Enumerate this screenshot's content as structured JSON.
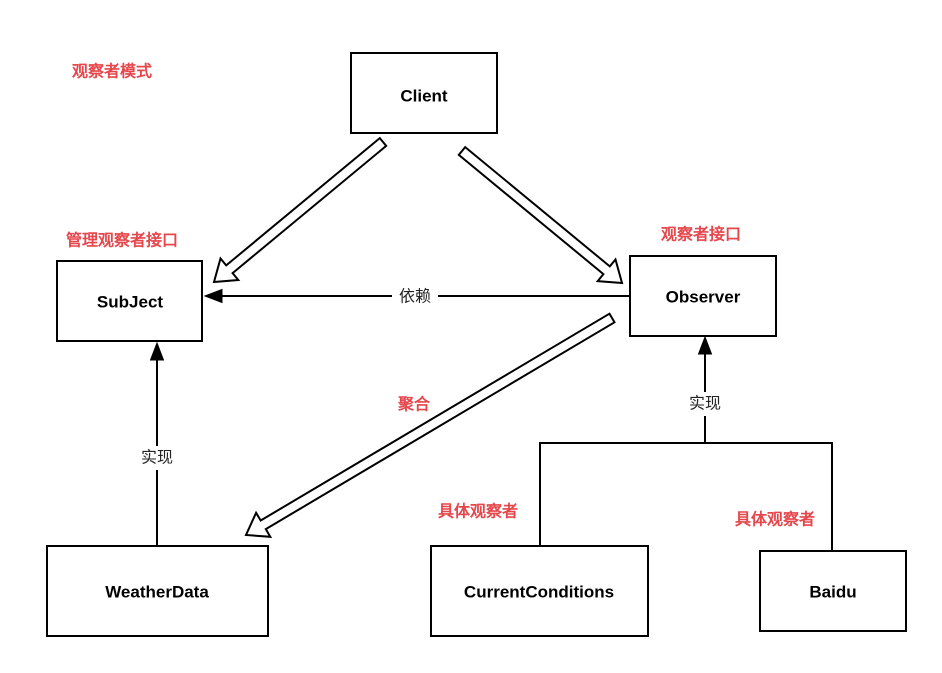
{
  "colors": {
    "annotation": "#e5474c",
    "stroke": "#000000",
    "background": "#ffffff"
  },
  "title": "观察者模式",
  "nodes": {
    "client": "Client",
    "subject": "SubJect",
    "observer": "Observer",
    "weather_data": "WeatherData",
    "current_conditions": "CurrentConditions",
    "baidu": "Baidu"
  },
  "notes": {
    "subject": "管理观察者接口",
    "observer": "观察者接口",
    "current_conditions": "具体观察者",
    "baidu": "具体观察者"
  },
  "edges": {
    "dependency": "依赖",
    "aggregation": "聚合",
    "subject_realization": "实现",
    "observer_realization": "实现"
  }
}
